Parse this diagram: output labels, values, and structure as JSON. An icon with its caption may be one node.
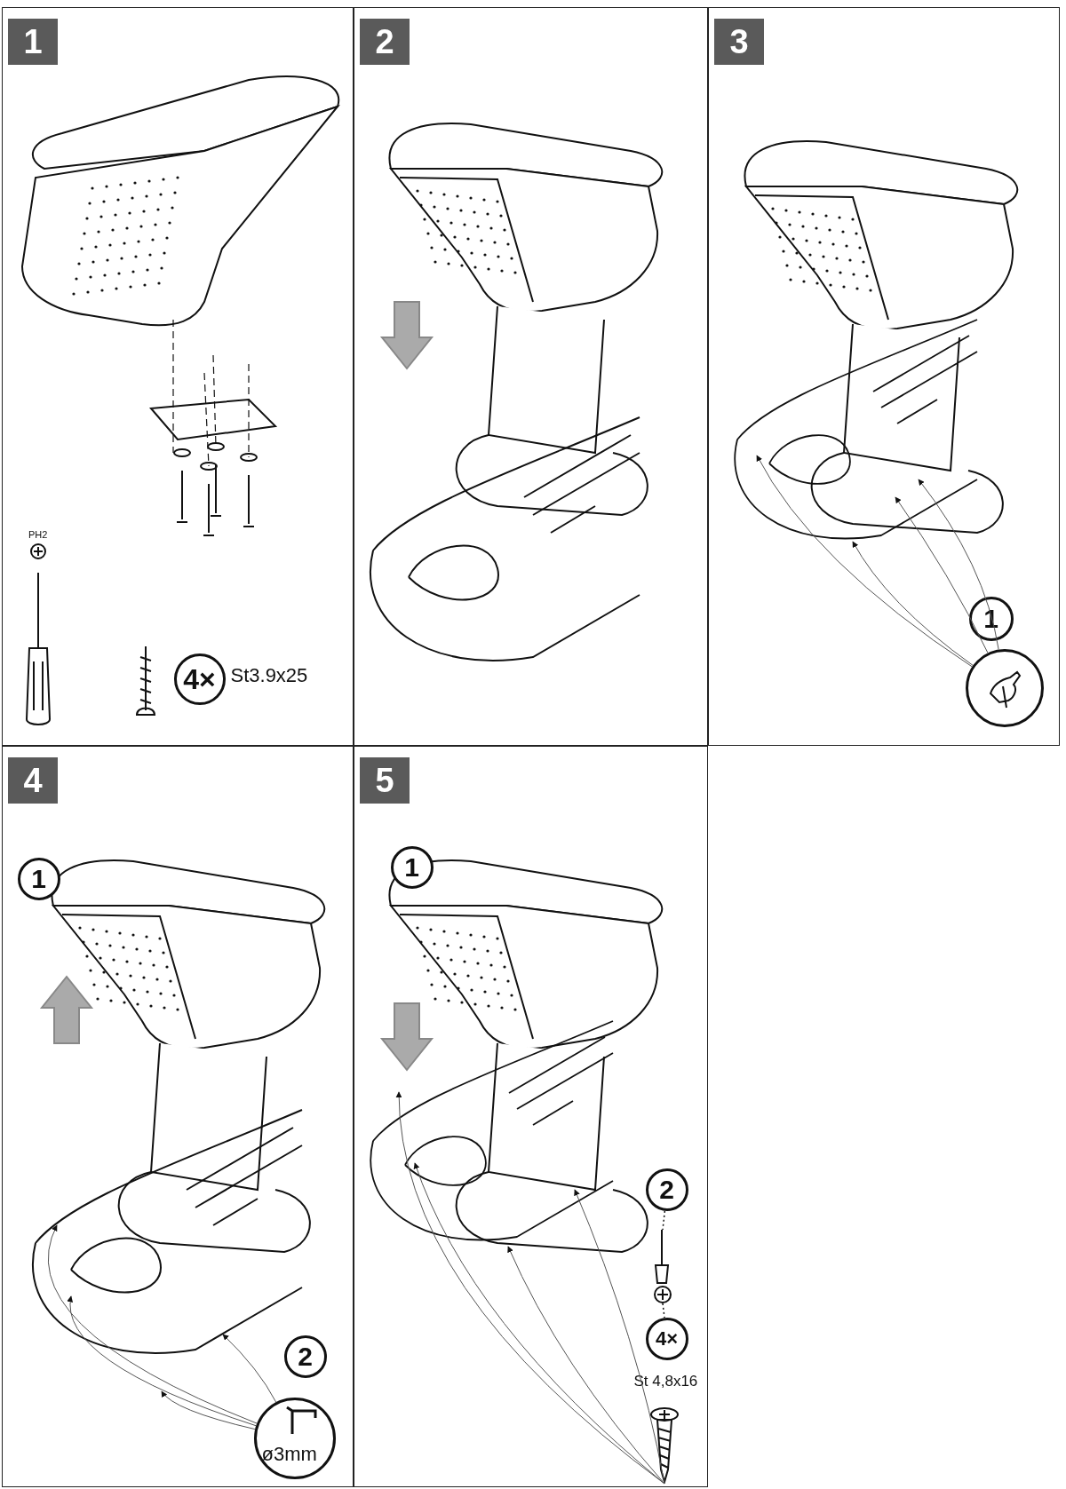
{
  "diagram": {
    "nodes": [
      {
        "text": [
          "1"
        ]
      },
      {
        "text": [
          "2"
        ]
      },
      {
        "text": [
          "3"
        ]
      },
      {
        "text": [
          "4"
        ]
      },
      {
        "text": [
          "5"
        ]
      },
      {
        "text": [
          "4×"
        ],
        "in": 0,
        "beside": [
          "St3.9x25"
        ]
      },
      {
        "text": [
          "1"
        ],
        "in": 2
      },
      {
        "text": [],
        "shape": "circle",
        "in": 2
      },
      {
        "text": [
          "1"
        ],
        "in": 3
      },
      {
        "text": [
          "2"
        ],
        "in": 3
      },
      {
        "text": [
          "ø3mm"
        ],
        "in": 3
      },
      {
        "text": [
          "1"
        ],
        "in": 4
      },
      {
        "text": [
          "2"
        ],
        "in": 4
      },
      {
        "text": [
          "4×"
        ],
        "in": 4,
        "beside": [
          "St 4,8x16"
        ]
      },
      {
        "text": [],
        "shape": "picture",
        "in": 4
      },
      {
        "text": [],
        "shape": "picture",
        "in": 0
      },
      {
        "text": [],
        "shape": "picture",
        "in": 1
      },
      {
        "text": [],
        "shape": "picture",
        "in": 2
      },
      {
        "text": [],
        "shape": "picture",
        "in": 3
      },
      {
        "text": [],
        "shape": "picture",
        "in": 4
      },
      {
        "text": [],
        "shape": "picture",
        "in": 4
      }
    ],
    "edges": [
      {
        "from": 7,
        "to": 17,
        "arrow": "to"
      },
      {
        "from": 7,
        "to": 17,
        "arrow": "to"
      },
      {
        "from": 7,
        "to": 17,
        "arrow": "to"
      },
      {
        "from": 7,
        "to": 17,
        "arrow": "to"
      },
      {
        "from": 10,
        "to": 18,
        "arrow": "to"
      },
      {
        "from": 10,
        "to": 18,
        "arrow": "to"
      },
      {
        "from": 10,
        "to": 18,
        "arrow": "to"
      },
      {
        "from": 10,
        "to": 18,
        "arrow": "to"
      },
      {
        "from": 14,
        "to": 19,
        "arrow": "to"
      },
      {
        "from": 14,
        "to": 19,
        "arrow": "to"
      },
      {
        "from": 14,
        "to": 19,
        "arrow": "to"
      },
      {
        "from": 14,
        "to": 19,
        "arrow": "to"
      },
      {
        "from": 12,
        "to": 20,
        "arrow": "none",
        "style": "dashed"
      },
      {
        "from": 20,
        "to": 13,
        "arrow": "none",
        "style": "dashed"
      }
    ],
    "labels": [
      "PH2"
    ]
  }
}
